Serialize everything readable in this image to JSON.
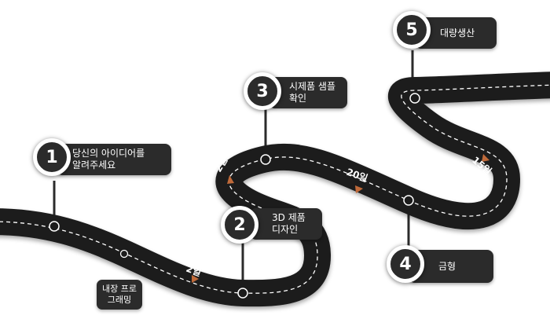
{
  "steps": [
    {
      "num": "1",
      "text": "당신의 아이디어를\n알려주세요"
    },
    {
      "num": "2",
      "text": "3D 제품\n디자인"
    },
    {
      "num": "3",
      "text": "시제품 샘플\n확인"
    },
    {
      "num": "4",
      "text": "금형"
    },
    {
      "num": "5",
      "text": "대량생산"
    }
  ],
  "side_note": "내장 프로\n그래밍",
  "road_markers": [
    "2일",
    "2일",
    "20일",
    "15일"
  ]
}
